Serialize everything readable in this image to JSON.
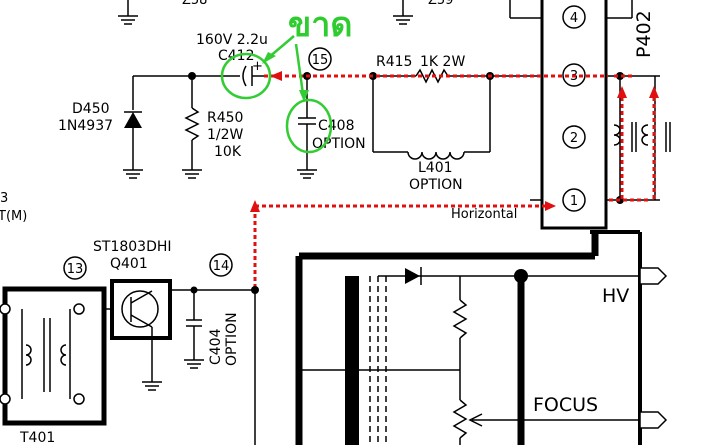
{
  "annotation": {
    "text": "ขาด",
    "color": "#2fcc2f"
  },
  "highlight_color": "#e01010",
  "components": {
    "c412": {
      "ref": "C412",
      "value": "160V 2.2u"
    },
    "c408": {
      "ref": "C408",
      "note": "OPTION"
    },
    "r415": {
      "ref": "R415",
      "value": "1K  2W"
    },
    "r450": {
      "ref": "R450",
      "power": "1/2W",
      "value": "10K"
    },
    "d450": {
      "ref": "D450",
      "part": "1N4937"
    },
    "l401": {
      "ref": "L401",
      "note": "OPTION"
    },
    "q401": {
      "ref": "Q401",
      "part": "ST1803DHI"
    },
    "c404": {
      "ref": "C404",
      "note": "OPTION"
    },
    "t401": {
      "ref": "T401"
    }
  },
  "nodes": {
    "n13": "13",
    "n14": "14",
    "n15": "15"
  },
  "connector": {
    "ref": "P402",
    "pins": [
      "1",
      "2",
      "3",
      "4"
    ]
  },
  "signals": {
    "horizontal": "Horizontal",
    "hv": "HV",
    "focus": "FOCUS"
  },
  "partial_labels": {
    "top_left": "Z58",
    "top_mid": "Z59",
    "left_3": "3",
    "left_m": "T(M)"
  }
}
